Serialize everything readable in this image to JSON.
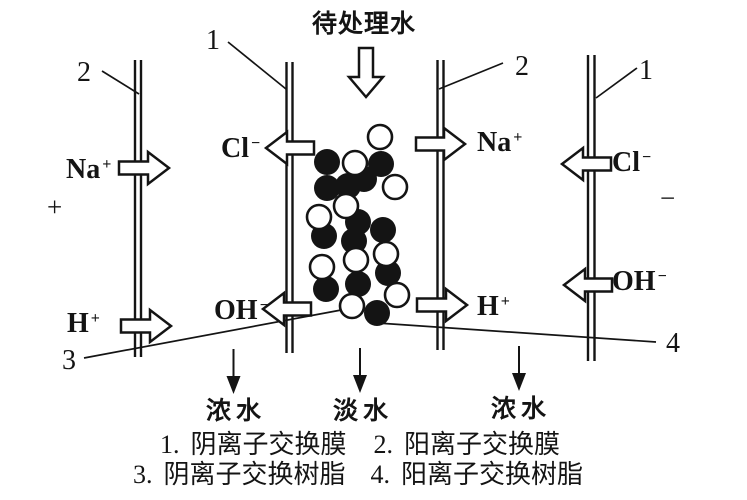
{
  "colors": {
    "ink": "#141414",
    "bg": "#ffffff"
  },
  "title": "待处理水",
  "callouts": {
    "membrane1_left": "1",
    "membrane2_left": "2",
    "membrane2_right": "2",
    "membrane1_right": "1",
    "resin3": "3",
    "resin4": "4"
  },
  "electrodes": {
    "positive": "+",
    "negative": "−"
  },
  "ions": {
    "na_left": {
      "base": "Na",
      "charge": "+"
    },
    "cl_mid": {
      "base": "Cl",
      "charge": "−"
    },
    "na_right": {
      "base": "Na",
      "charge": "+"
    },
    "cl_right": {
      "base": "Cl",
      "charge": "−"
    },
    "h_left": {
      "base": "H",
      "charge": "+"
    },
    "oh_mid": {
      "base": "OH",
      "charge": "−"
    },
    "h_right": {
      "base": "H",
      "charge": "+"
    },
    "oh_right": {
      "base": "OH",
      "charge": "−"
    }
  },
  "outlets": {
    "left": "浓水",
    "center": "淡水",
    "right": "浓水"
  },
  "legend": {
    "item1": {
      "num": "1.",
      "label": "阴离子交换膜"
    },
    "item2": {
      "num": "2.",
      "label": "阳离子交换膜"
    },
    "item3": {
      "num": "3.",
      "label": "阴离子交换树脂"
    },
    "item4": {
      "num": "4.",
      "label": "阳离子交换树脂"
    }
  },
  "beads": {
    "radius": 12.5,
    "black": [
      [
        327,
        162
      ],
      [
        381,
        164
      ],
      [
        364,
        179
      ],
      [
        348,
        186
      ],
      [
        327,
        188
      ],
      [
        358,
        222
      ],
      [
        383,
        230
      ],
      [
        324,
        236
      ],
      [
        354,
        241
      ],
      [
        388,
        273
      ],
      [
        358,
        284
      ],
      [
        326,
        289
      ],
      [
        377,
        313
      ]
    ],
    "white": [
      [
        380,
        137
      ],
      [
        355,
        163
      ],
      [
        395,
        187
      ],
      [
        346,
        206
      ],
      [
        319,
        217
      ],
      [
        386,
        254
      ],
      [
        356,
        260
      ],
      [
        322,
        267
      ],
      [
        397,
        295
      ],
      [
        352,
        306
      ]
    ]
  }
}
